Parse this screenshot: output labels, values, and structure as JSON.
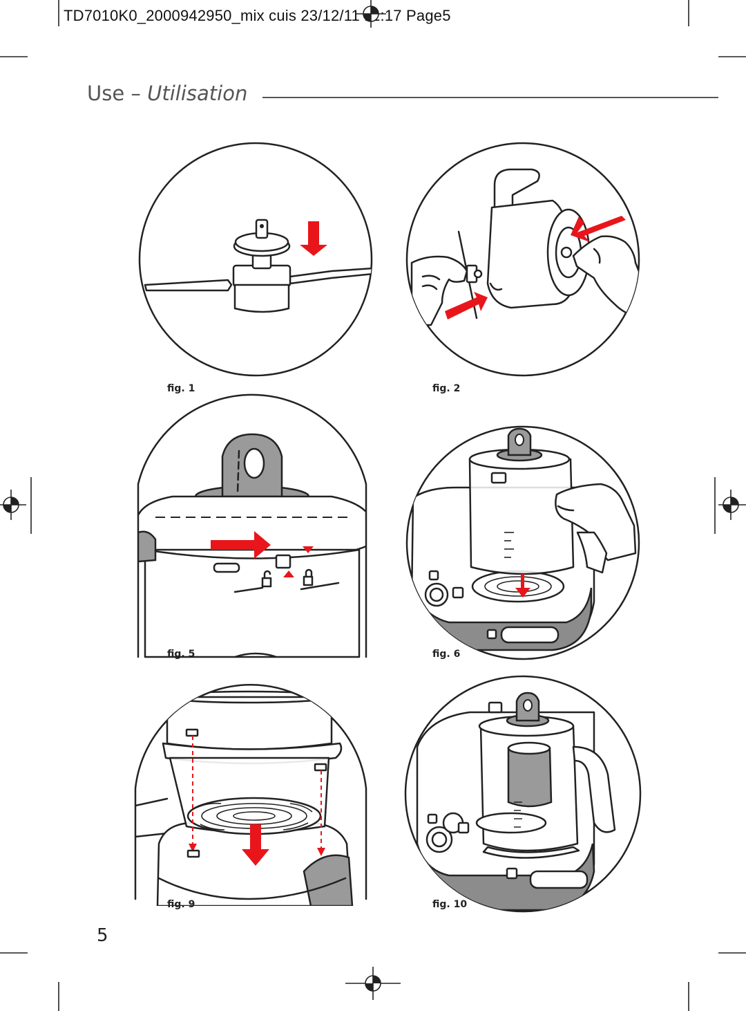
{
  "header": {
    "slug": "TD7010K0_2000942950_mix cuis 23/12/11 11:17 Page5",
    "title_plain": "Use – ",
    "title_italic": "Utilisation"
  },
  "figures": [
    {
      "label": "fig. 1"
    },
    {
      "label": "fig. 2"
    },
    {
      "label": "fig. 5"
    },
    {
      "label": "fig. 6"
    },
    {
      "label": "fig. 9"
    },
    {
      "label": "fig. 10"
    }
  ],
  "page_number": "5",
  "colors": {
    "arrow": "#e8161b",
    "line": "#222222",
    "grey_part": "#9a9a9a",
    "base": "#8c8c8c"
  }
}
